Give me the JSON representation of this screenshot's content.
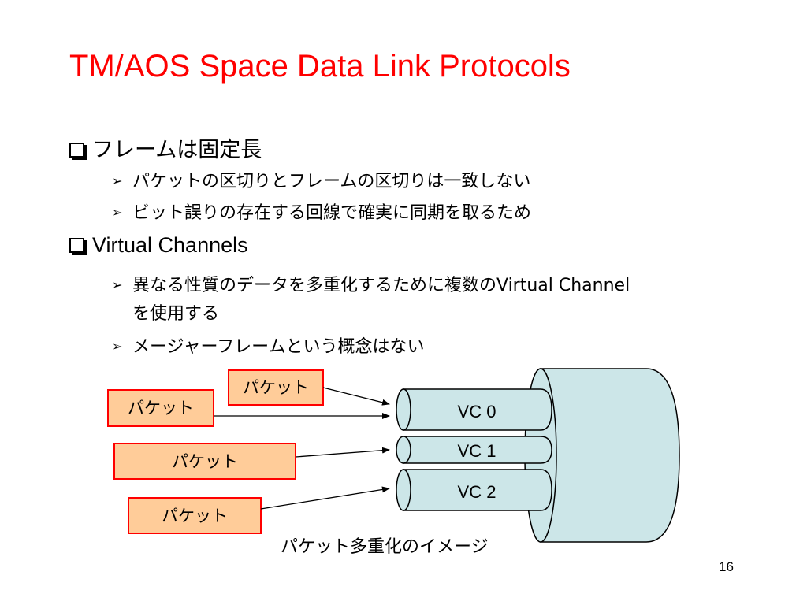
{
  "title": "TM/AOS Space Data Link Protocols",
  "bullets": [
    {
      "text": "フレームは固定長",
      "sub": [
        "パケットの区切りとフレームの区切りは一致しない",
        "ビット誤りの存在する回線で確実に同期を取るため"
      ]
    },
    {
      "text": "Virtual Channels",
      "sub": [
        "異なる性質のデータを多重化するために複数のVirtual Channel",
        "を使用する",
        "メージャーフレームという概念はない"
      ]
    }
  ],
  "diagram": {
    "packets": [
      "パケット",
      "パケット",
      "パケット",
      "パケット"
    ],
    "channels": [
      "VC 0",
      "VC 1",
      "VC 2"
    ],
    "caption": "パケット多重化のイメージ",
    "colors": {
      "packet_fill": "#ffcc99",
      "packet_border": "#ff0000",
      "pipe_fill": "#cce6e8",
      "stroke": "#000000"
    }
  },
  "page_number": "16"
}
